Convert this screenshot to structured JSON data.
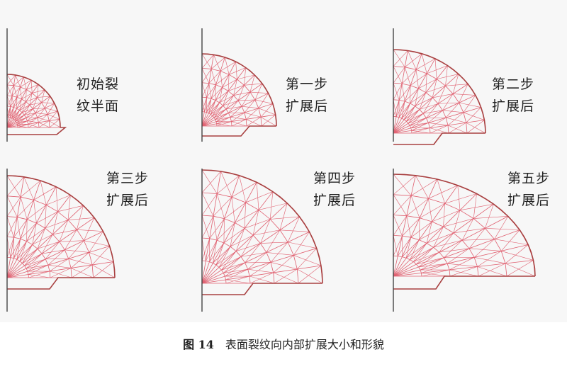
{
  "colors": {
    "mesh": "#e06070",
    "outline": "#a84040",
    "axis": "#444444",
    "text": "#222222"
  },
  "panels": [
    {
      "label_line1": "初始裂",
      "label_line2": "纹半面"
    },
    {
      "label_line1": "第一步",
      "label_line2": "扩展后"
    },
    {
      "label_line1": "第二步",
      "label_line2": "扩展后"
    },
    {
      "label_line1": "第三步",
      "label_line2": "扩展后"
    },
    {
      "label_line1": "第四步",
      "label_line2": "扩展后"
    },
    {
      "label_line1": "第五步",
      "label_line2": "扩展后"
    }
  ],
  "caption": {
    "number": "图 14",
    "text": "表面裂纹向内部扩展大小和形貌"
  }
}
